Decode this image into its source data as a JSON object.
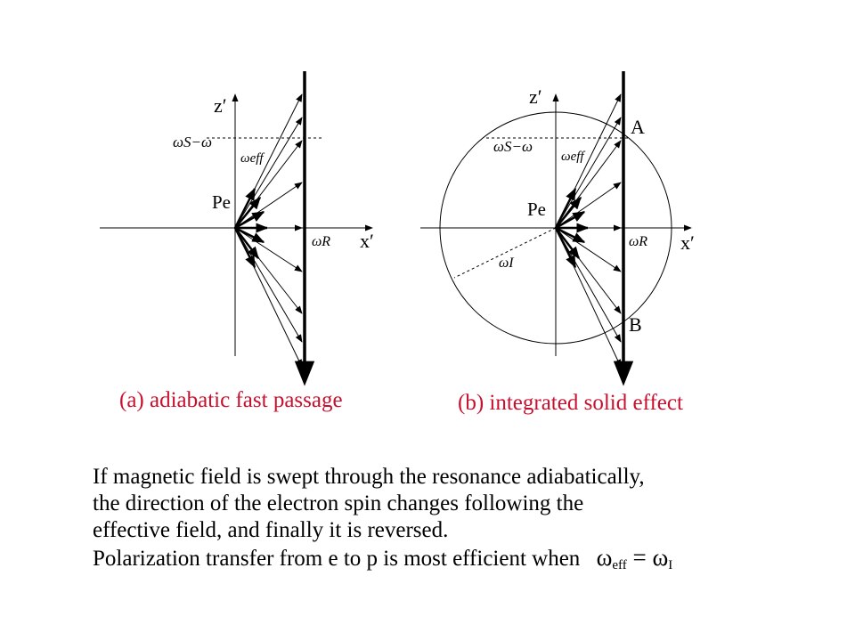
{
  "diagram_a": {
    "axis_z": "z′",
    "axis_x": "x′",
    "label_ws": "ωS−ω",
    "label_weff": "ωeff",
    "label_pe": "Pe",
    "label_wr": "ωR",
    "caption": "(a) adiabatic fast passage"
  },
  "diagram_b": {
    "axis_z": "z′",
    "axis_x": "x′",
    "label_ws": "ωS−ω",
    "label_weff": "ωeff",
    "label_pe": "Pe",
    "label_wr": "ωR",
    "label_wi": "ωI",
    "label_a": "A",
    "label_b": "B",
    "caption": "(b) integrated solid effect"
  },
  "text": {
    "line1": "If magnetic field is swept through the resonance adiabatically,",
    "line2": "the direction of the electron spin changes following the",
    "line3": "effective field, and finally it is reversed.",
    "line4": "Polarization transfer from e to p is most efficient when",
    "eq_lhs": "ω",
    "eq_lhs_sub": "eff",
    "eq_op": " = ",
    "eq_rhs": "ω",
    "eq_rhs_sub": "I"
  },
  "colors": {
    "caption": "#c8102e",
    "ink": "#000000"
  }
}
